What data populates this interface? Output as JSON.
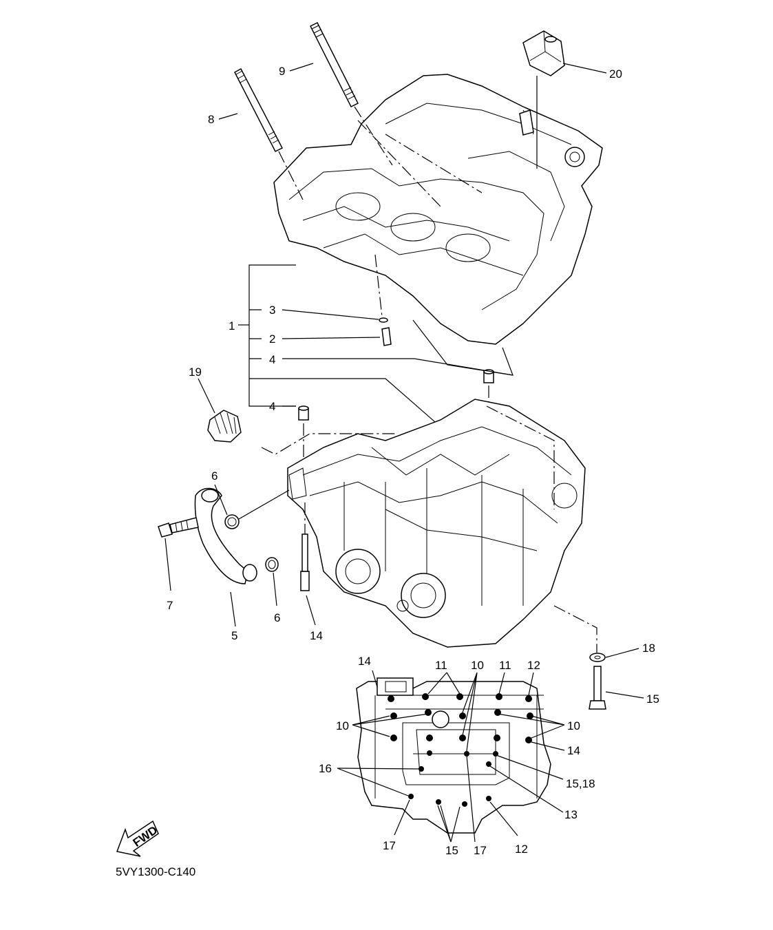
{
  "diagram": {
    "drawing_code": "5VY1300-C140",
    "fwd_label": "FWD",
    "callouts": {
      "c1": "1",
      "c2": "2",
      "c3": "3",
      "c4a": "4",
      "c4b": "4",
      "c5": "5",
      "c6a": "6",
      "c6b": "6",
      "c7": "7",
      "c8": "8",
      "c9": "9",
      "c14a": "14",
      "c18a": "18",
      "c15a": "15",
      "c19": "19",
      "c20": "20",
      "c14b": "14",
      "c11a": "11",
      "c10a": "10",
      "c11b": "11",
      "c12a": "12",
      "c10b": "10",
      "c10c": "10",
      "c14c": "14",
      "c16": "16",
      "c1518": "15,18",
      "c13": "13",
      "c17a": "17",
      "c15b": "15",
      "c17b": "17",
      "c12b": "12"
    }
  }
}
